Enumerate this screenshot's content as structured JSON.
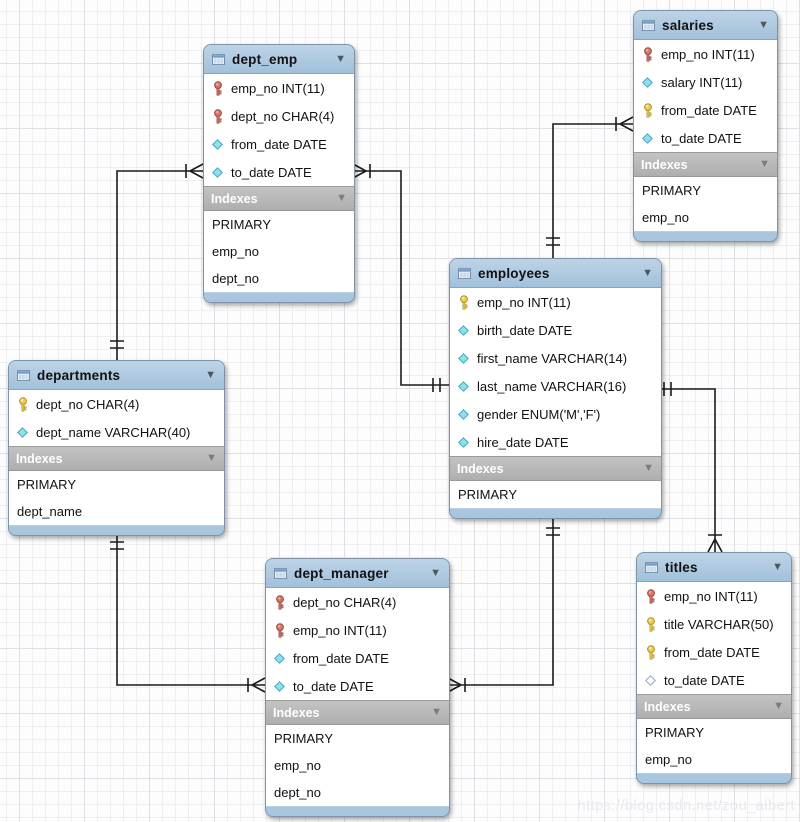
{
  "labels": {
    "indexes": "Indexes",
    "collapse_icon": "▼"
  },
  "watermark": "https://blog.csdn.net/zou_albert",
  "colors": {
    "table_header_blue": "#a9c6df",
    "indexes_bar_gray": "#b5b5b5",
    "connector_line": "#1b1b1b",
    "foreign_primary_key_red": "#d4756a",
    "primary_key_yellow": "#ecc94b",
    "not_null_diamond_cyan": "#8ee0f0"
  },
  "icons": {
    "table-icon": "blue spreadsheet grid",
    "foreign-primary-key-icon": "red key",
    "primary-key-icon": "yellow key",
    "not-null-column-icon": "filled cyan diamond",
    "nullable-column-icon": "open white diamond",
    "collapse-icon": "▼"
  },
  "tables": {
    "dept_emp": {
      "title": "dept_emp",
      "fields": [
        {
          "icon": "foreign-primary-key-icon",
          "text": "emp_no INT(11)"
        },
        {
          "icon": "foreign-primary-key-icon",
          "text": "dept_no CHAR(4)"
        },
        {
          "icon": "not-null-column-icon",
          "text": "from_date DATE"
        },
        {
          "icon": "not-null-column-icon",
          "text": "to_date DATE"
        }
      ],
      "indexes": [
        "PRIMARY",
        "emp_no",
        "dept_no"
      ]
    },
    "salaries": {
      "title": "salaries",
      "fields": [
        {
          "icon": "foreign-primary-key-icon",
          "text": "emp_no INT(11)"
        },
        {
          "icon": "not-null-column-icon",
          "text": "salary INT(11)"
        },
        {
          "icon": "primary-key-icon",
          "text": "from_date DATE"
        },
        {
          "icon": "not-null-column-icon",
          "text": "to_date DATE"
        }
      ],
      "indexes": [
        "PRIMARY",
        "emp_no"
      ]
    },
    "employees": {
      "title": "employees",
      "fields": [
        {
          "icon": "primary-key-icon",
          "text": "emp_no INT(11)"
        },
        {
          "icon": "not-null-column-icon",
          "text": "birth_date DATE"
        },
        {
          "icon": "not-null-column-icon",
          "text": "first_name VARCHAR(14)"
        },
        {
          "icon": "not-null-column-icon",
          "text": "last_name VARCHAR(16)"
        },
        {
          "icon": "not-null-column-icon",
          "text": "gender ENUM('M','F')"
        },
        {
          "icon": "not-null-column-icon",
          "text": "hire_date DATE"
        }
      ],
      "indexes": [
        "PRIMARY"
      ]
    },
    "departments": {
      "title": "departments",
      "fields": [
        {
          "icon": "primary-key-icon",
          "text": "dept_no CHAR(4)"
        },
        {
          "icon": "not-null-column-icon",
          "text": "dept_name VARCHAR(40)"
        }
      ],
      "indexes": [
        "PRIMARY",
        "dept_name"
      ]
    },
    "dept_manager": {
      "title": "dept_manager",
      "fields": [
        {
          "icon": "foreign-primary-key-icon",
          "text": "dept_no CHAR(4)"
        },
        {
          "icon": "foreign-primary-key-icon",
          "text": "emp_no INT(11)"
        },
        {
          "icon": "not-null-column-icon",
          "text": "from_date DATE"
        },
        {
          "icon": "not-null-column-icon",
          "text": "to_date DATE"
        }
      ],
      "indexes": [
        "PRIMARY",
        "emp_no",
        "dept_no"
      ]
    },
    "titles": {
      "title": "titles",
      "fields": [
        {
          "icon": "foreign-primary-key-icon",
          "text": "emp_no INT(11)"
        },
        {
          "icon": "primary-key-icon",
          "text": "title VARCHAR(50)"
        },
        {
          "icon": "primary-key-icon",
          "text": "from_date DATE"
        },
        {
          "icon": "nullable-column-icon",
          "text": "to_date DATE"
        }
      ],
      "indexes": [
        "PRIMARY",
        "emp_no"
      ]
    }
  },
  "relationships": [
    {
      "name": "departments-to-dept_emp",
      "parent": "departments",
      "child": "dept_emp",
      "parent_cardinality": "exactly one",
      "child_cardinality": "many"
    },
    {
      "name": "employees-to-dept_emp",
      "parent": "employees",
      "child": "dept_emp",
      "parent_cardinality": "exactly one",
      "child_cardinality": "many"
    },
    {
      "name": "employees-to-salaries",
      "parent": "employees",
      "child": "salaries",
      "parent_cardinality": "exactly one",
      "child_cardinality": "many"
    },
    {
      "name": "employees-to-titles",
      "parent": "employees",
      "child": "titles",
      "parent_cardinality": "exactly one",
      "child_cardinality": "many"
    },
    {
      "name": "employees-to-dept_manager",
      "parent": "employees",
      "child": "dept_manager",
      "parent_cardinality": "exactly one",
      "child_cardinality": "many"
    },
    {
      "name": "departments-to-dept_manager",
      "parent": "departments",
      "child": "dept_manager",
      "parent_cardinality": "exactly one",
      "child_cardinality": "many"
    }
  ]
}
